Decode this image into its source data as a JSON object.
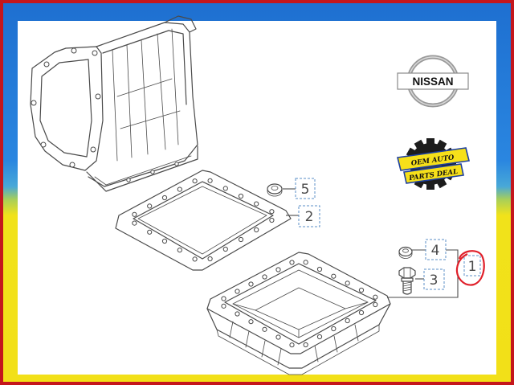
{
  "brand": {
    "name": "NISSAN",
    "badge_line1": "OEM AUTO",
    "badge_line2": "PARTS DEAL"
  },
  "callouts": [
    {
      "id": "1",
      "label": "1",
      "highlighted": true
    },
    {
      "id": "2",
      "label": "2"
    },
    {
      "id": "3",
      "label": "3"
    },
    {
      "id": "4",
      "label": "4"
    },
    {
      "id": "5",
      "label": "5"
    }
  ],
  "colors": {
    "frame_red": "#c4161c",
    "frame_blue": "#2a86e0",
    "frame_yellow": "#f2e018",
    "callout_border": "#5b8fc7",
    "highlight_circle": "#e0202a",
    "line": "#4a4a4a"
  }
}
